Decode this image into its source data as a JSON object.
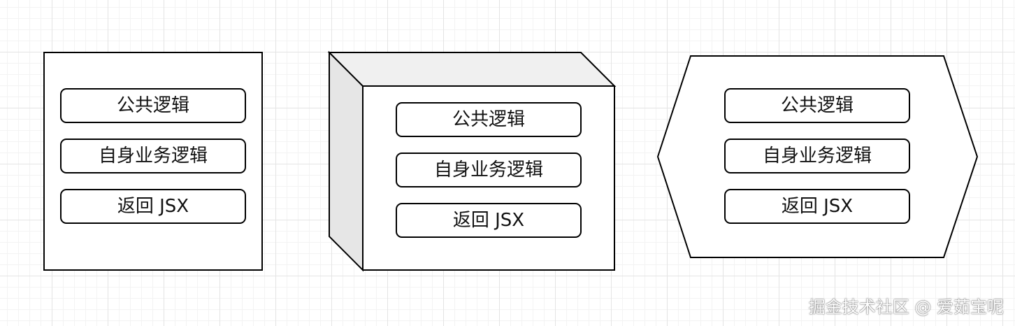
{
  "diagram": {
    "shapes": [
      {
        "id": "rectangle-container",
        "items": [
          "公共逻辑",
          "自身业务逻辑",
          "返回 JSX"
        ]
      },
      {
        "id": "cube-container",
        "items": [
          "公共逻辑",
          "自身业务逻辑",
          "返回 JSX"
        ]
      },
      {
        "id": "hexagon-container",
        "items": [
          "公共逻辑",
          "自身业务逻辑",
          "返回 JSX"
        ]
      }
    ]
  },
  "watermark": "掘金技术社区 @ 爱茹宝呢",
  "colors": {
    "stroke": "#000000",
    "fill": "#ffffff",
    "cube_side": "#e6e6e6",
    "cube_top": "#f0f0f0"
  }
}
